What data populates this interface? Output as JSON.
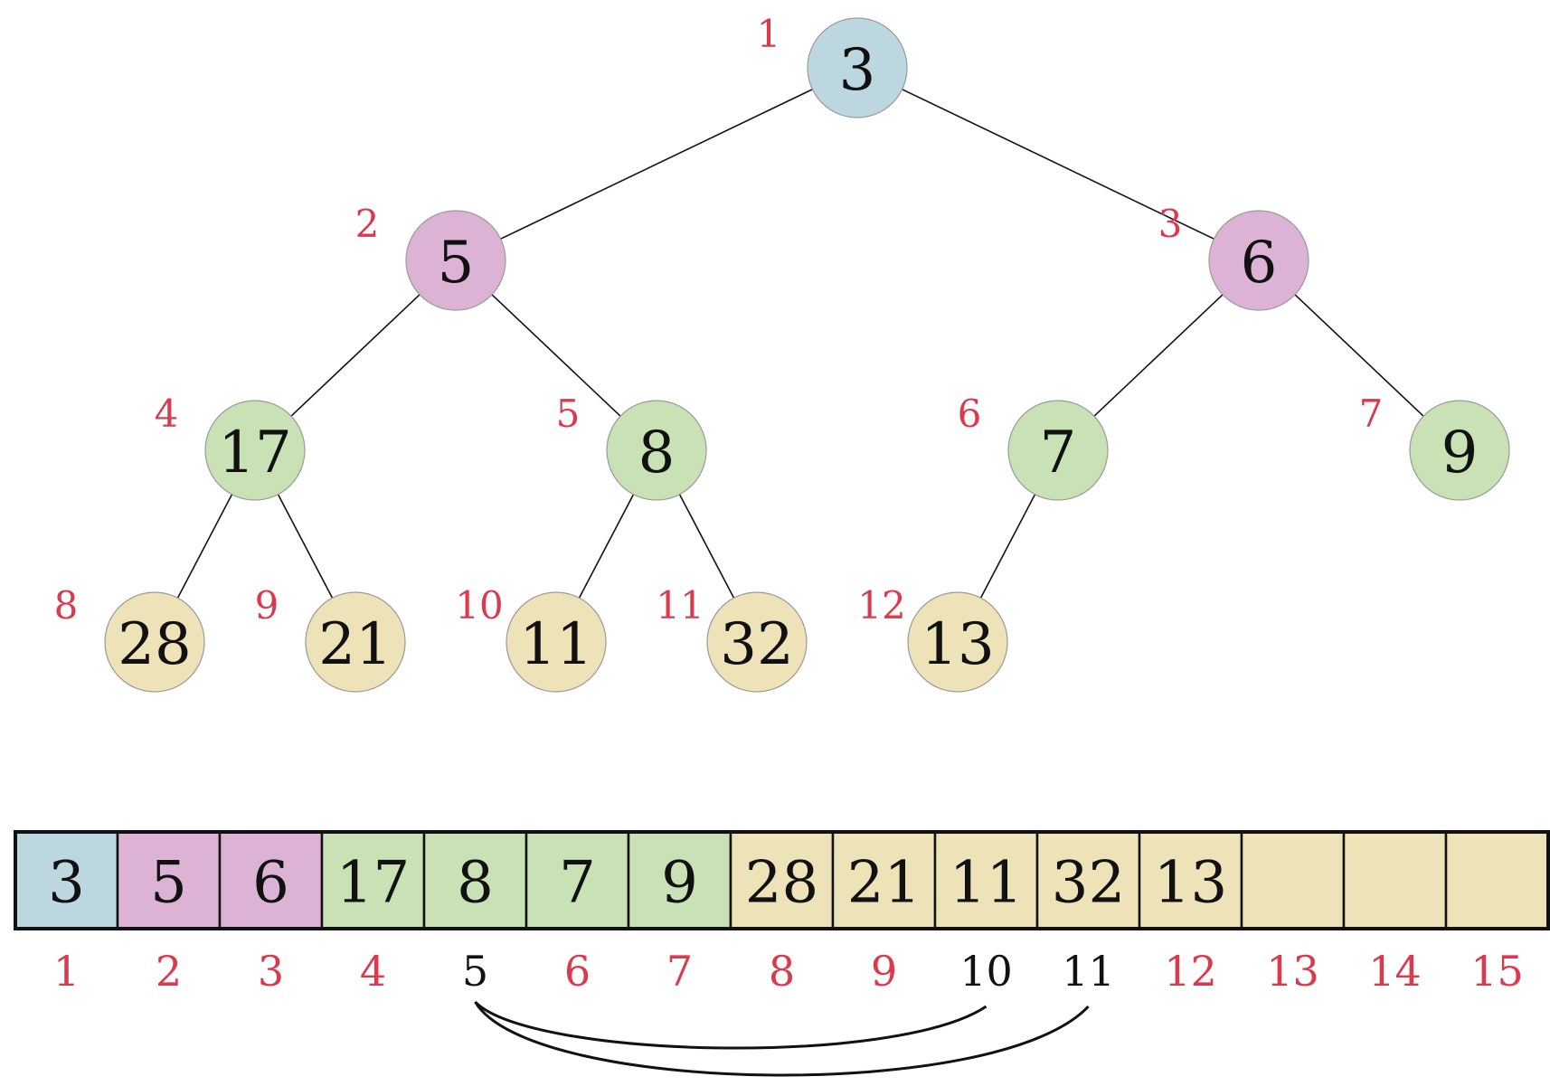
{
  "colors": {
    "root": "#bdd7e1",
    "level2": "#dcb3d4",
    "level3": "#c8e1b5",
    "level4": "#ede2b8",
    "index_red": "#d93a4e",
    "index_black": "#111111",
    "node_stroke": "#9a9a9a",
    "edge": "#111111"
  },
  "tree": {
    "nodes": [
      {
        "index": "1",
        "value": "3",
        "level": "root"
      },
      {
        "index": "2",
        "value": "5",
        "level": "level2"
      },
      {
        "index": "3",
        "value": "6",
        "level": "level2"
      },
      {
        "index": "4",
        "value": "17",
        "level": "level3"
      },
      {
        "index": "5",
        "value": "8",
        "level": "level3"
      },
      {
        "index": "6",
        "value": "7",
        "level": "level3"
      },
      {
        "index": "7",
        "value": "9",
        "level": "level3"
      },
      {
        "index": "8",
        "value": "28",
        "level": "level4"
      },
      {
        "index": "9",
        "value": "21",
        "level": "level4"
      },
      {
        "index": "10",
        "value": "11",
        "level": "level4"
      },
      {
        "index": "11",
        "value": "32",
        "level": "level4"
      },
      {
        "index": "12",
        "value": "13",
        "level": "level4"
      }
    ],
    "edges": [
      [
        1,
        2
      ],
      [
        1,
        3
      ],
      [
        2,
        4
      ],
      [
        2,
        5
      ],
      [
        3,
        6
      ],
      [
        3,
        7
      ],
      [
        4,
        8
      ],
      [
        4,
        9
      ],
      [
        5,
        10
      ],
      [
        5,
        11
      ],
      [
        6,
        12
      ]
    ]
  },
  "array": {
    "cells": [
      {
        "index": "1",
        "value": "3",
        "level": "root"
      },
      {
        "index": "2",
        "value": "5",
        "level": "level2"
      },
      {
        "index": "3",
        "value": "6",
        "level": "level2"
      },
      {
        "index": "4",
        "value": "17",
        "level": "level3"
      },
      {
        "index": "5",
        "value": "8",
        "level": "level3",
        "highlight": true
      },
      {
        "index": "6",
        "value": "7",
        "level": "level3"
      },
      {
        "index": "7",
        "value": "9",
        "level": "level3"
      },
      {
        "index": "8",
        "value": "28",
        "level": "level4"
      },
      {
        "index": "9",
        "value": "21",
        "level": "level4"
      },
      {
        "index": "10",
        "value": "11",
        "level": "level4",
        "highlight": true
      },
      {
        "index": "11",
        "value": "32",
        "level": "level4",
        "highlight": true
      },
      {
        "index": "12",
        "value": "13",
        "level": "level4"
      },
      {
        "index": "13",
        "value": "",
        "level": "level4"
      },
      {
        "index": "14",
        "value": "",
        "level": "level4"
      },
      {
        "index": "15",
        "value": "",
        "level": "level4"
      }
    ],
    "arcs": [
      [
        5,
        10
      ],
      [
        5,
        11
      ]
    ]
  }
}
